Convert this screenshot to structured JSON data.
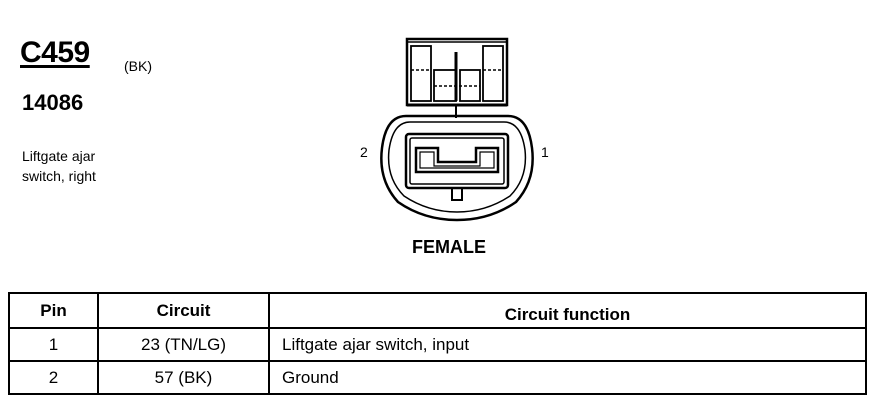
{
  "connector": {
    "id": "C459",
    "color_code": "(BK)",
    "part_number": "14086",
    "description_lines": [
      "Liftgate ajar",
      "switch, right"
    ]
  },
  "diagram": {
    "pin_left_label": "2",
    "pin_right_label": "1",
    "gender_label": "FEMALE"
  },
  "table": {
    "headers": {
      "pin": "Pin",
      "circuit": "Circuit",
      "function": "Circuit function"
    },
    "rows": [
      {
        "pin": "1",
        "circuit": "23 (TN/LG)",
        "function": "Liftgate ajar switch, input"
      },
      {
        "pin": "2",
        "circuit": "57 (BK)",
        "function": "Ground"
      }
    ]
  }
}
